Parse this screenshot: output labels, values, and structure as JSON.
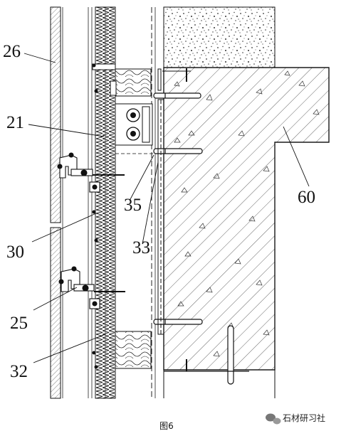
{
  "labels": {
    "l26": "26",
    "l21": "21",
    "l30": "30",
    "l25": "25",
    "l32": "32",
    "l35": "35",
    "l33": "33",
    "l60": "60"
  },
  "caption": "图6",
  "watermark": "石材研习社",
  "icons": {
    "watermark_logo": "wechat-bubble-icon"
  }
}
